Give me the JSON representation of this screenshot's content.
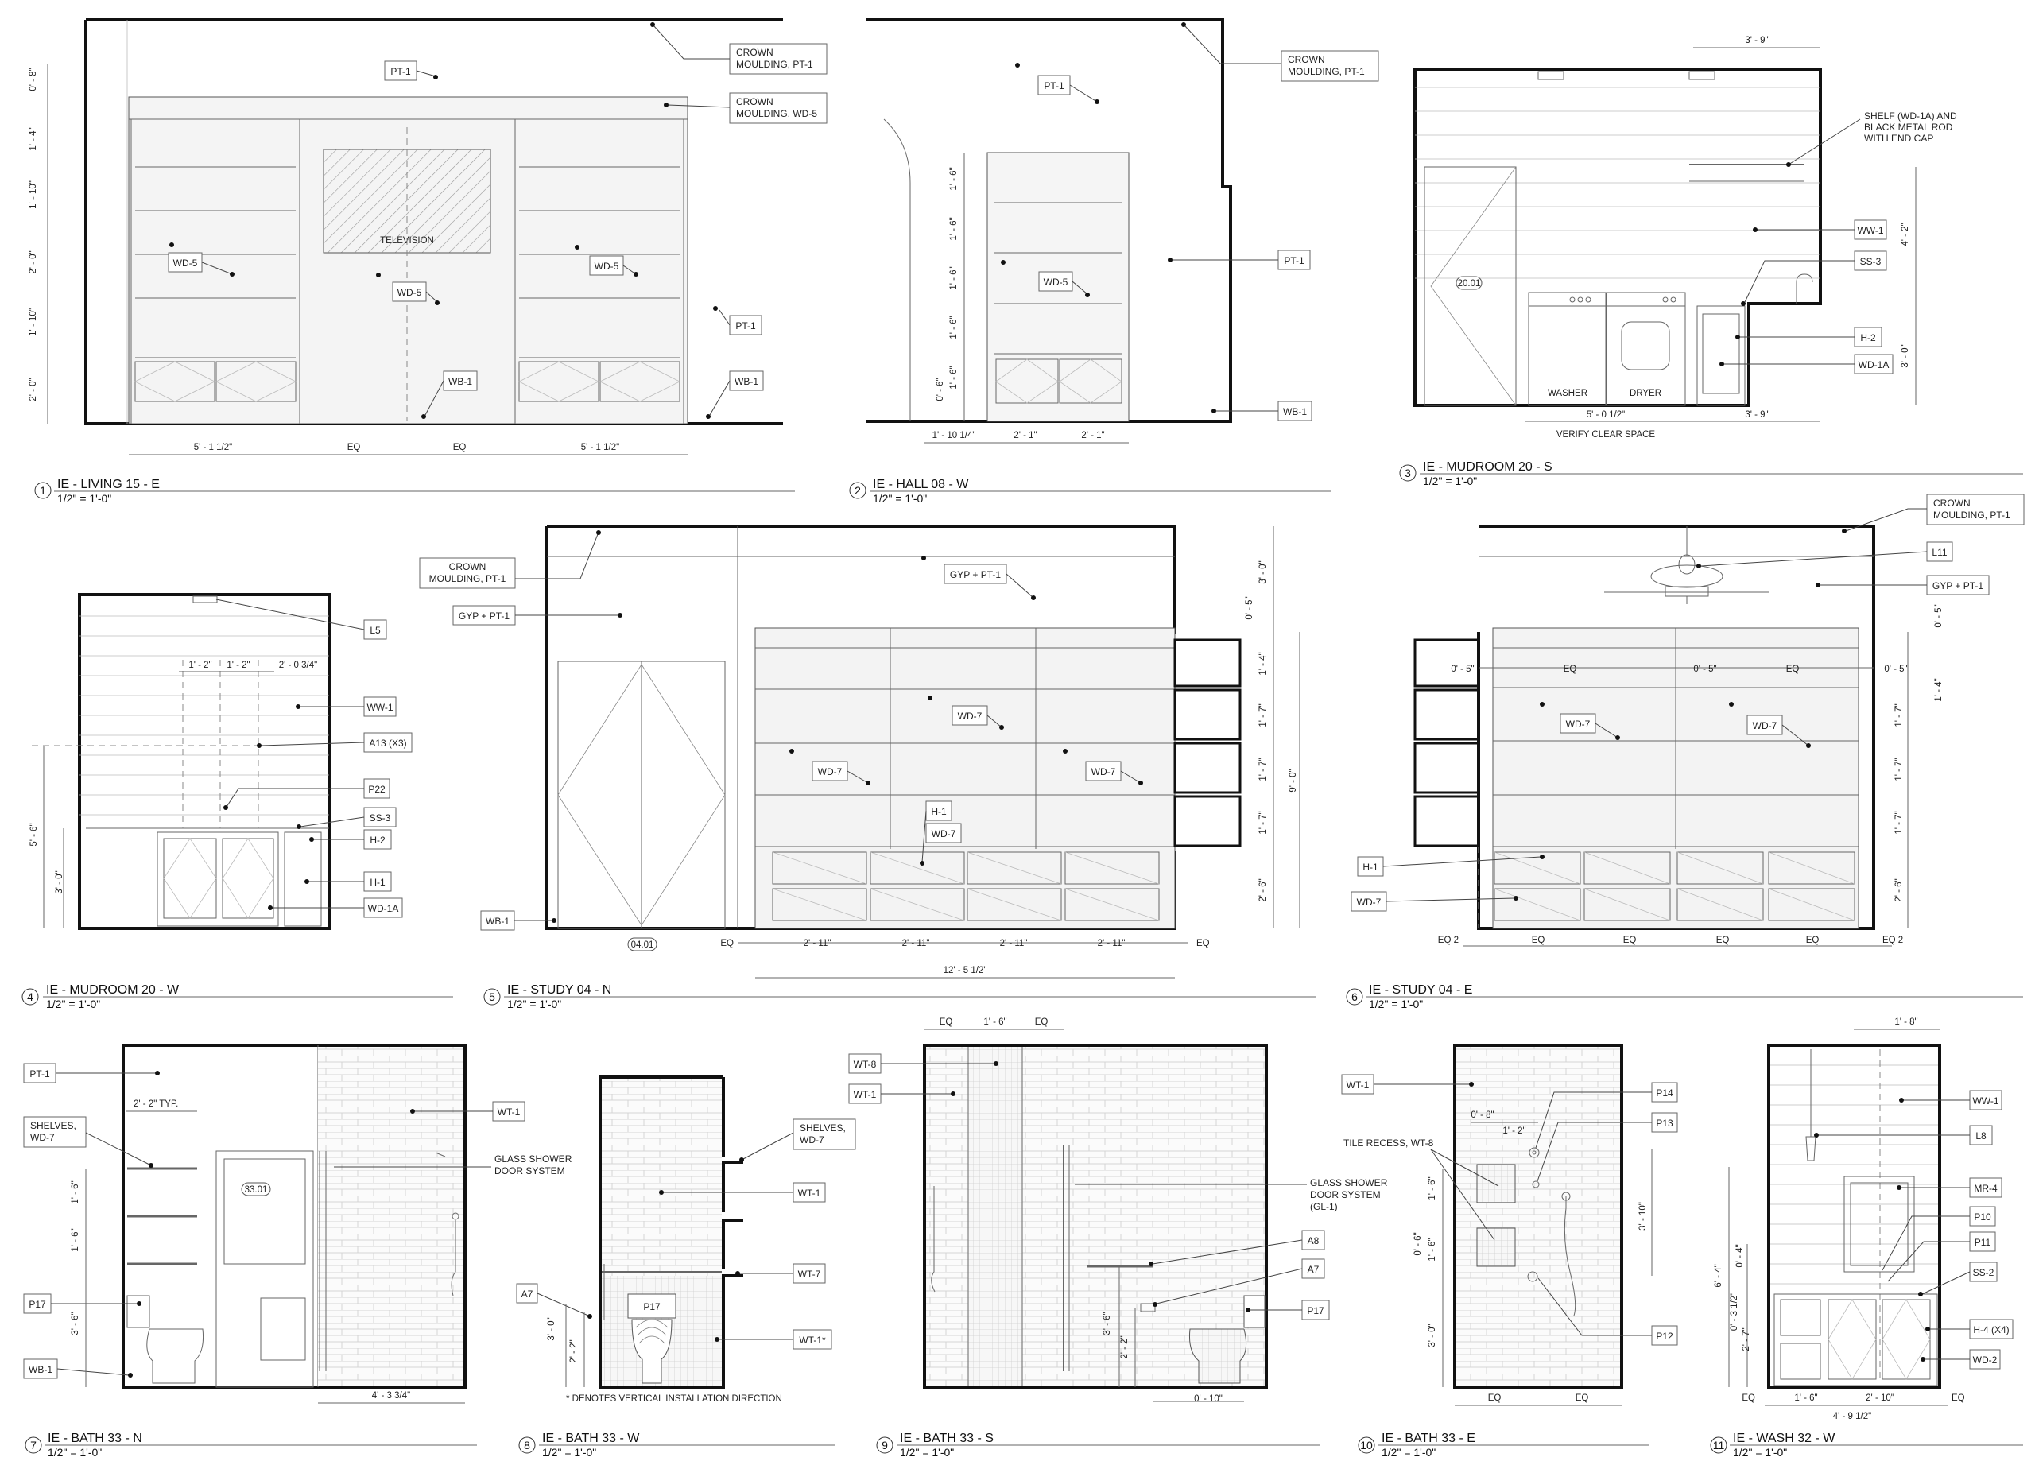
{
  "tags": {
    "pt1": "PT-1",
    "wd5": "WD-5",
    "wb1": "WB-1",
    "crown_pt1_a": "CROWN",
    "crown_pt1_b": "MOULDING, PT-1",
    "crown_wd5_a": "CROWN",
    "crown_wd5_b": "MOULDING, WD-5",
    "television": "TELEVISION",
    "shelf_a": "SHELF (WD-1A) AND",
    "shelf_b": "BLACK METAL ROD",
    "shelf_c": "WITH END CAP",
    "ww1": "WW-1",
    "ss3": "SS-3",
    "h2": "H-2",
    "wd1a": "WD-1A",
    "door_2001": "20.01",
    "washer": "WASHER",
    "dryer": "DRYER",
    "verify": "VERIFY CLEAR SPACE",
    "l5": "L5",
    "a13": "A13 (X3)",
    "p22": "P22",
    "h1": "H-1",
    "gyp_pt1": "GYP + PT-1",
    "wd7": "WD-7",
    "door_0401": "04.01",
    "l11": "L11",
    "shelves_a": "SHELVES,",
    "shelves_b": "WD-7",
    "wt1": "WT-1",
    "glass_a": "GLASS SHOWER",
    "glass_b": "DOOR SYSTEM",
    "glass_c": "(GL-1)",
    "door_3301": "33.01",
    "p17": "P17",
    "a7": "A7",
    "wt7": "WT-7",
    "wt1_star": "WT-1*",
    "vertical_note": "* DENOTES VERTICAL INSTALLATION DIRECTION",
    "wt8": "WT-8",
    "a8": "A8",
    "p14": "P14",
    "p13": "P13",
    "p12": "P12",
    "tile_recess": "TILE RECESS, WT-8",
    "l8": "L8",
    "mr4": "MR-4",
    "p10": "P10",
    "p11": "P11",
    "ss2": "SS-2",
    "h4": "H-4 (X4)",
    "wd2": "WD-2",
    "typ": "2' - 2\"  TYP."
  },
  "dims": {
    "d_0_8": "0' - 8\"",
    "d_1_4": "1' - 4\"",
    "d_1_10": "1' - 10\"",
    "d_2_0": "2' - 0\"",
    "d_5_1h": "5' - 1 1/2\"",
    "eq": "EQ",
    "d_1_6": "1' - 6\"",
    "d_0_6": "0' - 6\"",
    "d_1_10q": "1' - 10 1/4\"",
    "d_2_1": "2' - 1\"",
    "d_3_9": "3' - 9\"",
    "d_4_2": "4' - 2\"",
    "d_3_0": "3' - 0\"",
    "d_5_0h": "5' - 0 1/2\"",
    "d_1_2": "1' - 2\"",
    "d_2_0tq": "2' - 0 3/4\"",
    "d_5_6": "5' - 6\"",
    "d_0_5": "0' - 5\"",
    "d_1_7": "1' - 7\"",
    "d_9_0": "9' - 0\"",
    "d_2_6": "2' - 6\"",
    "d_2_11": "2' - 11\"",
    "d_12_5h": "12' - 5 1/2\"",
    "eq2": "EQ 2",
    "d_4_3tq": "4' - 3 3/4\"",
    "d_2_2": "2' - 2\"",
    "d_3_6": "3' - 6\"",
    "d_0_10": "0' - 10\"",
    "d_3_10": "3' - 10\"",
    "d_1_8": "1' - 8\"",
    "d_6_4": "6' - 4\"",
    "d_0_4": "0' - 4\"",
    "d_0_3h": "0' - 3 1/2\"",
    "d_2_7": "2' - 7\"",
    "d_2_10": "2' - 10\"",
    "d_4_9h": "4' - 9 1/2\""
  },
  "views": [
    {
      "num": "1",
      "title": "IE - LIVING 15 - E",
      "scale": "1/2\" = 1'-0\""
    },
    {
      "num": "2",
      "title": "IE - HALL 08 - W",
      "scale": "1/2\" = 1'-0\""
    },
    {
      "num": "3",
      "title": "IE - MUDROOM 20 - S",
      "scale": "1/2\" = 1'-0\""
    },
    {
      "num": "4",
      "title": "IE - MUDROOM 20 - W",
      "scale": "1/2\" = 1'-0\""
    },
    {
      "num": "5",
      "title": "IE - STUDY 04 - N",
      "scale": "1/2\" = 1'-0\""
    },
    {
      "num": "6",
      "title": "IE - STUDY 04 - E",
      "scale": "1/2\" = 1'-0\""
    },
    {
      "num": "7",
      "title": "IE - BATH 33 - N",
      "scale": "1/2\" = 1'-0\""
    },
    {
      "num": "8",
      "title": "IE - BATH 33 - W",
      "scale": "1/2\" = 1'-0\""
    },
    {
      "num": "9",
      "title": "IE - BATH 33 - S",
      "scale": "1/2\" = 1'-0\""
    },
    {
      "num": "10",
      "title": "IE - BATH 33 - E",
      "scale": "1/2\" = 1'-0\""
    },
    {
      "num": "11",
      "title": "IE - WASH 32 - W",
      "scale": "1/2\" = 1'-0\""
    }
  ]
}
